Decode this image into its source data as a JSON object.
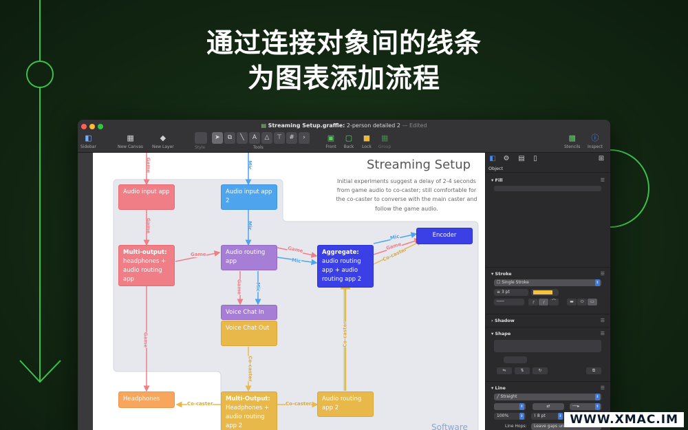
{
  "headline": {
    "line1": "通过连接对象间的线条",
    "line2": "为图表添加流程"
  },
  "watermark": "WWW.XMAC.IM",
  "window": {
    "doc_name": "Streaming Setup.graffle:",
    "doc_canvas": "2-person detailed 2",
    "separator": "—",
    "edited": "Edited"
  },
  "toolbar": {
    "sidebar": "Sidebar",
    "new_canvas": "New Canvas",
    "new_layer": "New Layer",
    "style": "Style",
    "tools": "Tools",
    "front": "Front",
    "back": "Back",
    "lock": "Lock",
    "group": "Group",
    "stencils": "Stencils",
    "inspect": "Inspect"
  },
  "canvas": {
    "title": "Streaming Setup",
    "description": "Initial experiments suggest a delay of 2-4 seconds from game audio to co-caster; still comfortable for the co-caster to converse with the main caster and follow the game audio.",
    "footer": "Software",
    "nodes": {
      "audio_input": "Audio input app",
      "audio_input_2": "Audio input app 2",
      "multi_output_title": "Multi-output:",
      "multi_output_body": "headphones + audio routing app",
      "audio_routing": "Audio routing app",
      "aggregate_title": "Aggregate:",
      "aggregate_body": "audio routing app + audio routing app 2",
      "encoder": "Encoder",
      "voice_chat_in": "Voice Chat In",
      "voice_chat_out": "Voice Chat Out",
      "headphones": "Headphones",
      "multi_output2_title": "Multi-Output:",
      "multi_output2_body": "Headphones + audio routing app 2",
      "audio_routing_2": "Audio routing app 2"
    },
    "edges": {
      "game": "Game",
      "mic": "Mic",
      "co_caster": "Co-caster"
    }
  },
  "inspector": {
    "object_label": "Object",
    "fill": "Fill",
    "stroke": "Stroke",
    "stroke_type": "Single Stroke",
    "stroke_width": "3 pt",
    "shadow": "Shadow",
    "shape": "Shape",
    "line": "Line",
    "line_type": "Straight",
    "pct1": "100%",
    "pt8": "8 pt",
    "pct2": "100",
    "line_hops": "Line Hops:",
    "leave_gaps": "Leave gaps und"
  },
  "colors": {
    "stroke_swatch": "#f4c242",
    "accent": "#3d8bff",
    "background": "#132813",
    "deco_green": "#3bc24a"
  }
}
